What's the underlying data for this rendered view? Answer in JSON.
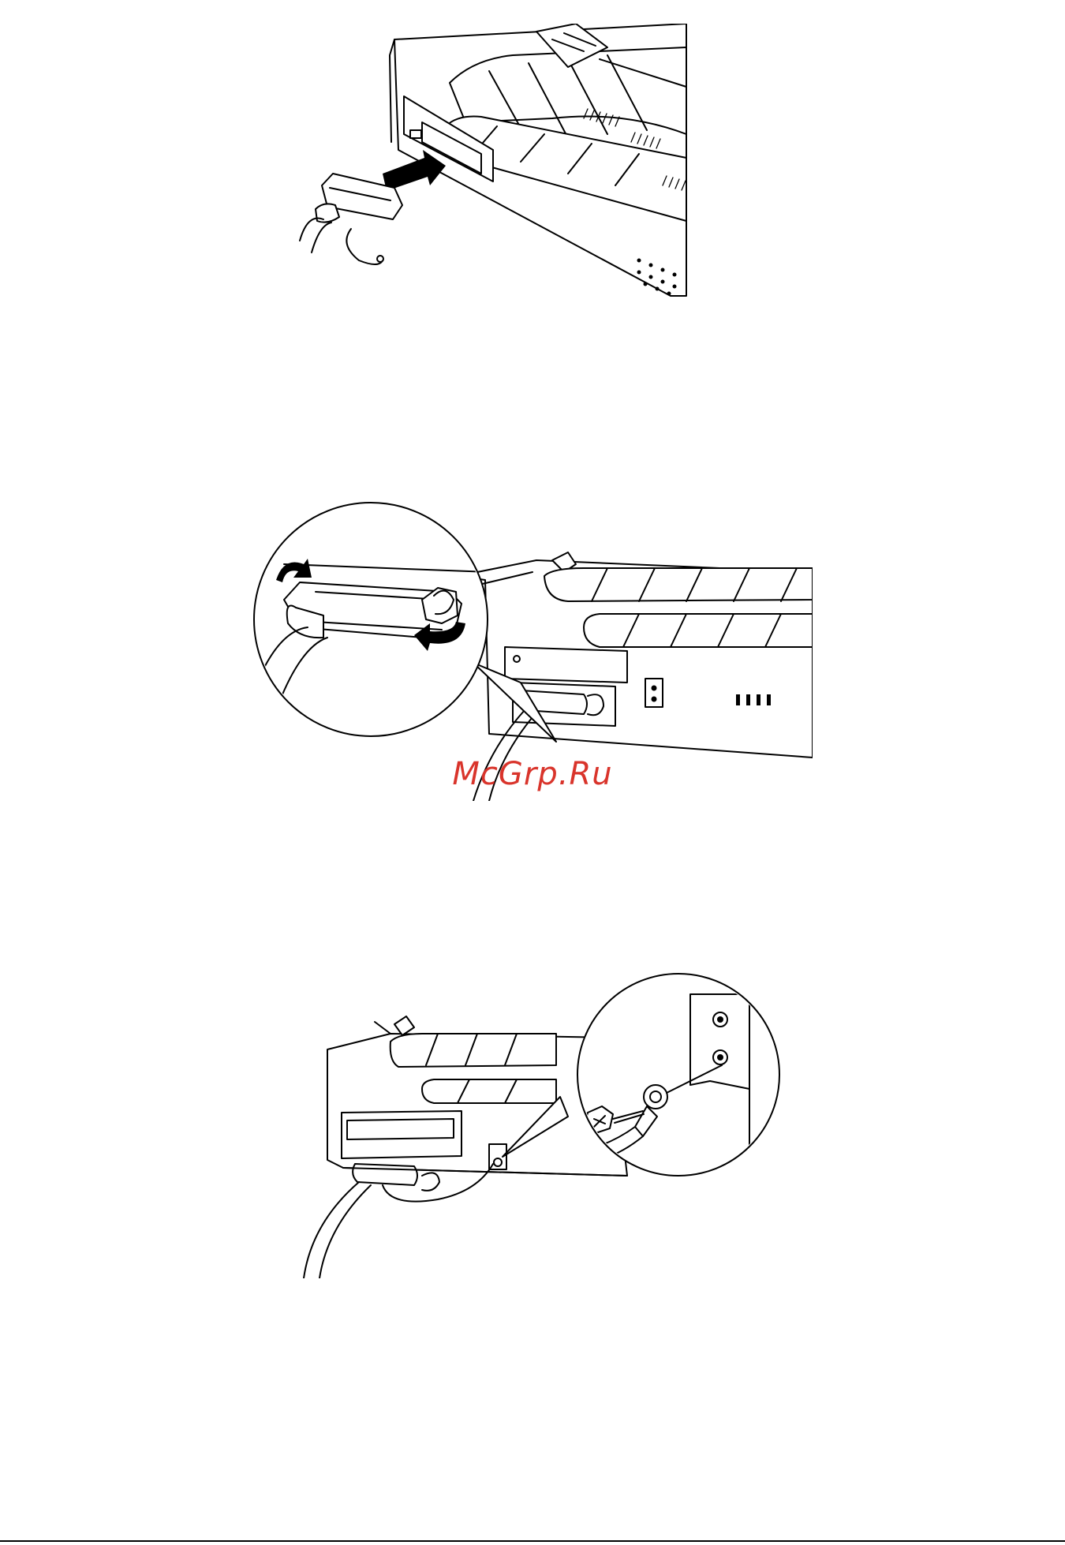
{
  "figures": [
    {
      "id": "fig1",
      "content": ""
    },
    {
      "id": "fig2",
      "content": ""
    },
    {
      "id": "fig3",
      "content": ""
    }
  ],
  "watermark": {
    "text": "McGrp.Ru",
    "color": "#d9342b"
  },
  "colors": {
    "line": "#000000",
    "background": "#ffffff"
  }
}
